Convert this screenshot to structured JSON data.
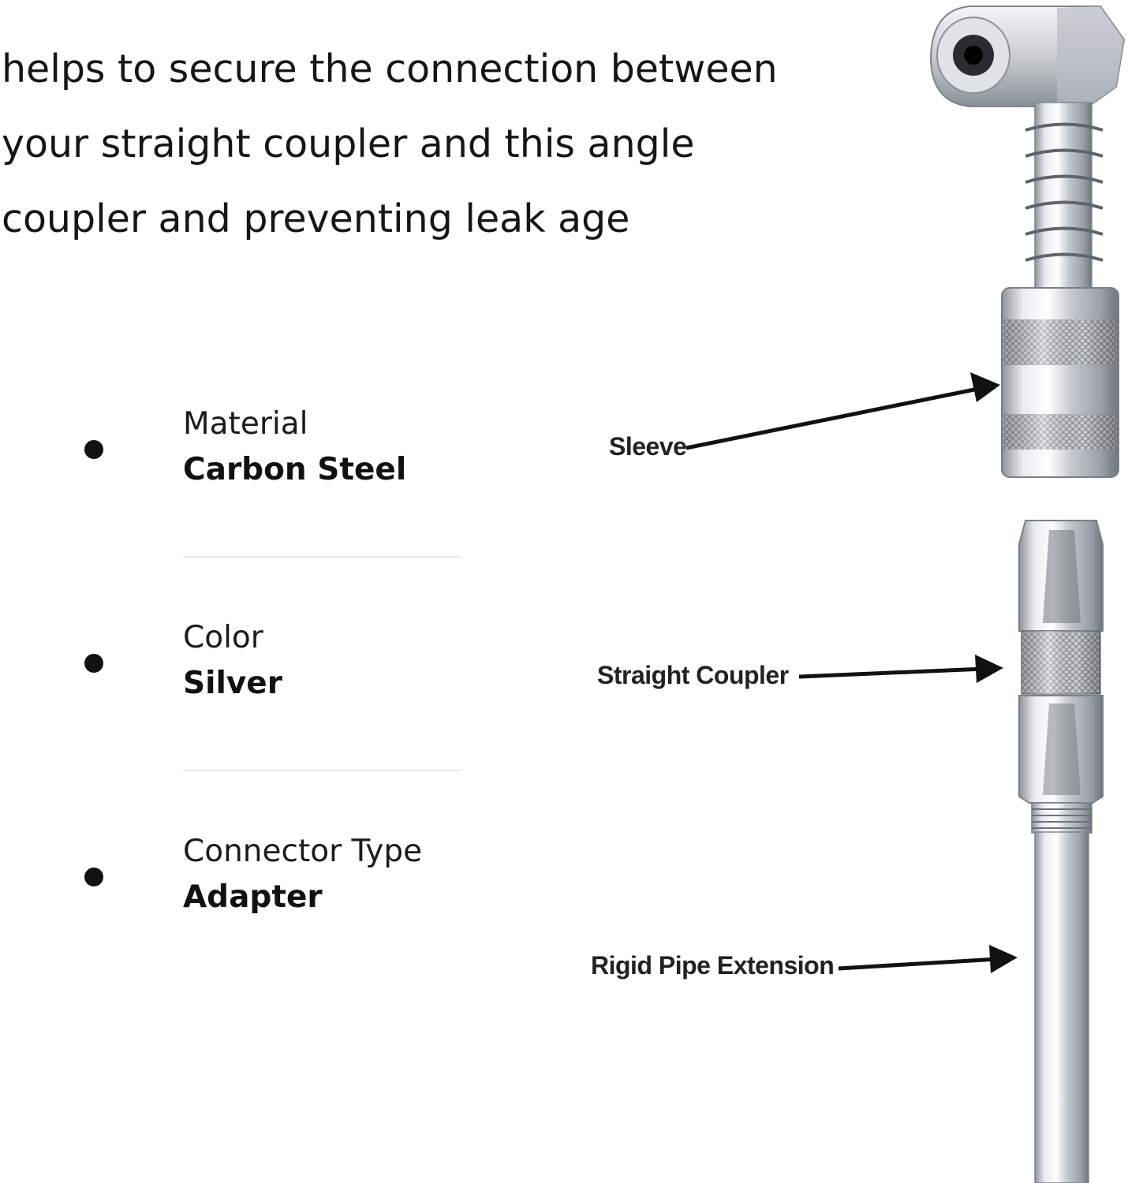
{
  "intro": {
    "lines": [
      "helps to secure the connection between",
      "your straight coupler and this angle",
      "coupler and preventing leak age"
    ]
  },
  "specs": [
    {
      "label": "Material",
      "value": "Carbon Steel"
    },
    {
      "label": "Color",
      "value": "Silver"
    },
    {
      "label": "Connector Type",
      "value": "Adapter"
    }
  ],
  "callouts": {
    "sleeve": "Sleeve",
    "straight_coupler": "Straight Coupler",
    "rigid_pipe": "Rigid Pipe Extension"
  },
  "colors": {
    "text": "#111111",
    "divider": "#e6e6e6",
    "metal": "#c8ccd0"
  }
}
